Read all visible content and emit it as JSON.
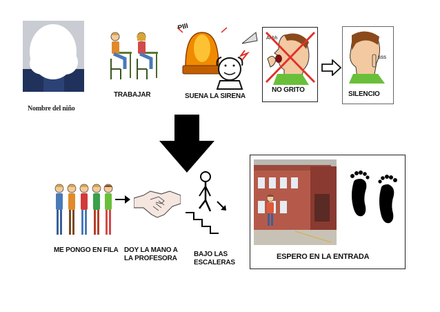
{
  "child_photo": {
    "caption": "Nombre del niño"
  },
  "top_row": [
    {
      "label": "TRABAJAR"
    },
    {
      "label": "SUENA LA SIRENA",
      "sound": "PIII"
    },
    {
      "label": "NO GRITO"
    },
    {
      "label": "SILENCIO",
      "sound": "sss"
    }
  ],
  "bottom_row": [
    {
      "label": "ME PONGO EN FILA"
    },
    {
      "label_line1": "DOY LA MANO A",
      "label_line2": "LA PROFESORA"
    },
    {
      "label_line1": "BAJO LAS",
      "label_line2": "ESCALERAS"
    },
    {
      "label": "ESPERO EN LA ENTRADA"
    }
  ],
  "colors": {
    "arrow": "#000000",
    "siren": "#f08a00",
    "cross": "#e0322b"
  }
}
